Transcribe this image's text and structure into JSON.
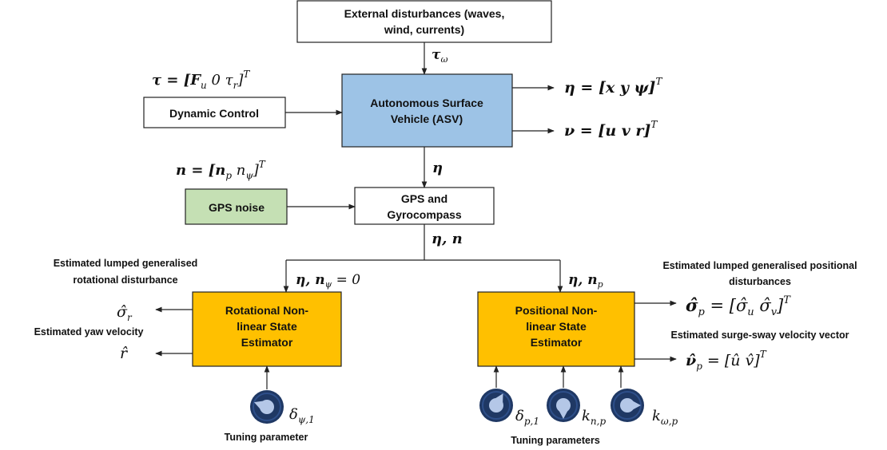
{
  "blocks": {
    "external_line1": "External disturbances (waves,",
    "external_line2": "wind, currents)",
    "dynamic_control": "Dynamic Control",
    "asv_line1": "Autonomous Surface",
    "asv_line2": "Vehicle (ASV)",
    "gps_noise": "GPS noise",
    "gps_line1": "GPS and",
    "gps_line2": "Gyrocompass",
    "rot_line1": "Rotational Non-",
    "rot_line2": "linear State",
    "rot_line3": "Estimator",
    "pos_line1": "Positional Non-",
    "pos_line2": "linear State",
    "pos_line3": "Estimator"
  },
  "labels": {
    "rot_dist_line1": "Estimated lumped generalised",
    "rot_dist_line2": "rotational disturbance",
    "yaw_velocity": "Estimated yaw velocity",
    "pos_dist_line1": "Estimated lumped generalised positional",
    "pos_dist_line2": "disturbances",
    "surge_sway": "Estimated surge-sway velocity vector",
    "tuning_parameter": "Tuning parameter",
    "tuning_parameters": "Tuning parameters"
  },
  "math": {
    "tau_omega": "τ",
    "tau_omega_sub": "ω",
    "tau_def": "τ = [F",
    "tau_def_u": "u",
    "tau_def_mid": " 0 τ",
    "tau_def_r": "r",
    "tau_def_end": "]",
    "tau_def_sup": "T",
    "eta_out": "η = [x y ψ]",
    "eta_out_sup": "T",
    "nu_out": "ν = [u v r]",
    "nu_out_sup": "T",
    "eta": "η",
    "n_def": "n = [n",
    "n_def_p": "p",
    "n_def_mid": " n",
    "n_def_psi": "ψ",
    "n_def_end": "]",
    "n_def_sup": "T",
    "eta_n": "η, n",
    "eta_npsi": "η, n",
    "eta_npsi_sub": "ψ",
    "eta_npsi_end": " = 0",
    "eta_np": "η, n",
    "eta_np_sub": "p",
    "sigma_r": "σ̂",
    "sigma_r_sub": "r",
    "r_hat": "r̂",
    "sigma_p": "σ̂",
    "sigma_p_sub": "p",
    "sigma_p_mid": " = [σ̂",
    "sigma_p_u": "u",
    "sigma_p_mid2": " σ̂",
    "sigma_p_v": "v",
    "sigma_p_end": "]",
    "sigma_p_sup": "T",
    "nu_p": "ν̂",
    "nu_p_sub": "p",
    "nu_p_rest": " = [û v̂]",
    "nu_p_sup": "T",
    "delta_psi": "δ",
    "delta_psi_sub": "ψ,1",
    "delta_p": "δ",
    "delta_p_sub": "p,1",
    "k_n": "k",
    "k_n_sub": "n,p",
    "k_w": "k",
    "k_w_sub": "ω,p"
  },
  "colors": {
    "asv_fill": "#9dc3e6",
    "gps_noise_fill": "#c5e0b4",
    "estimator_fill": "#ffc000",
    "knob_dark": "#1f3864",
    "knob_ring": "#2e4f8a",
    "knob_light": "#b4c7e7"
  }
}
